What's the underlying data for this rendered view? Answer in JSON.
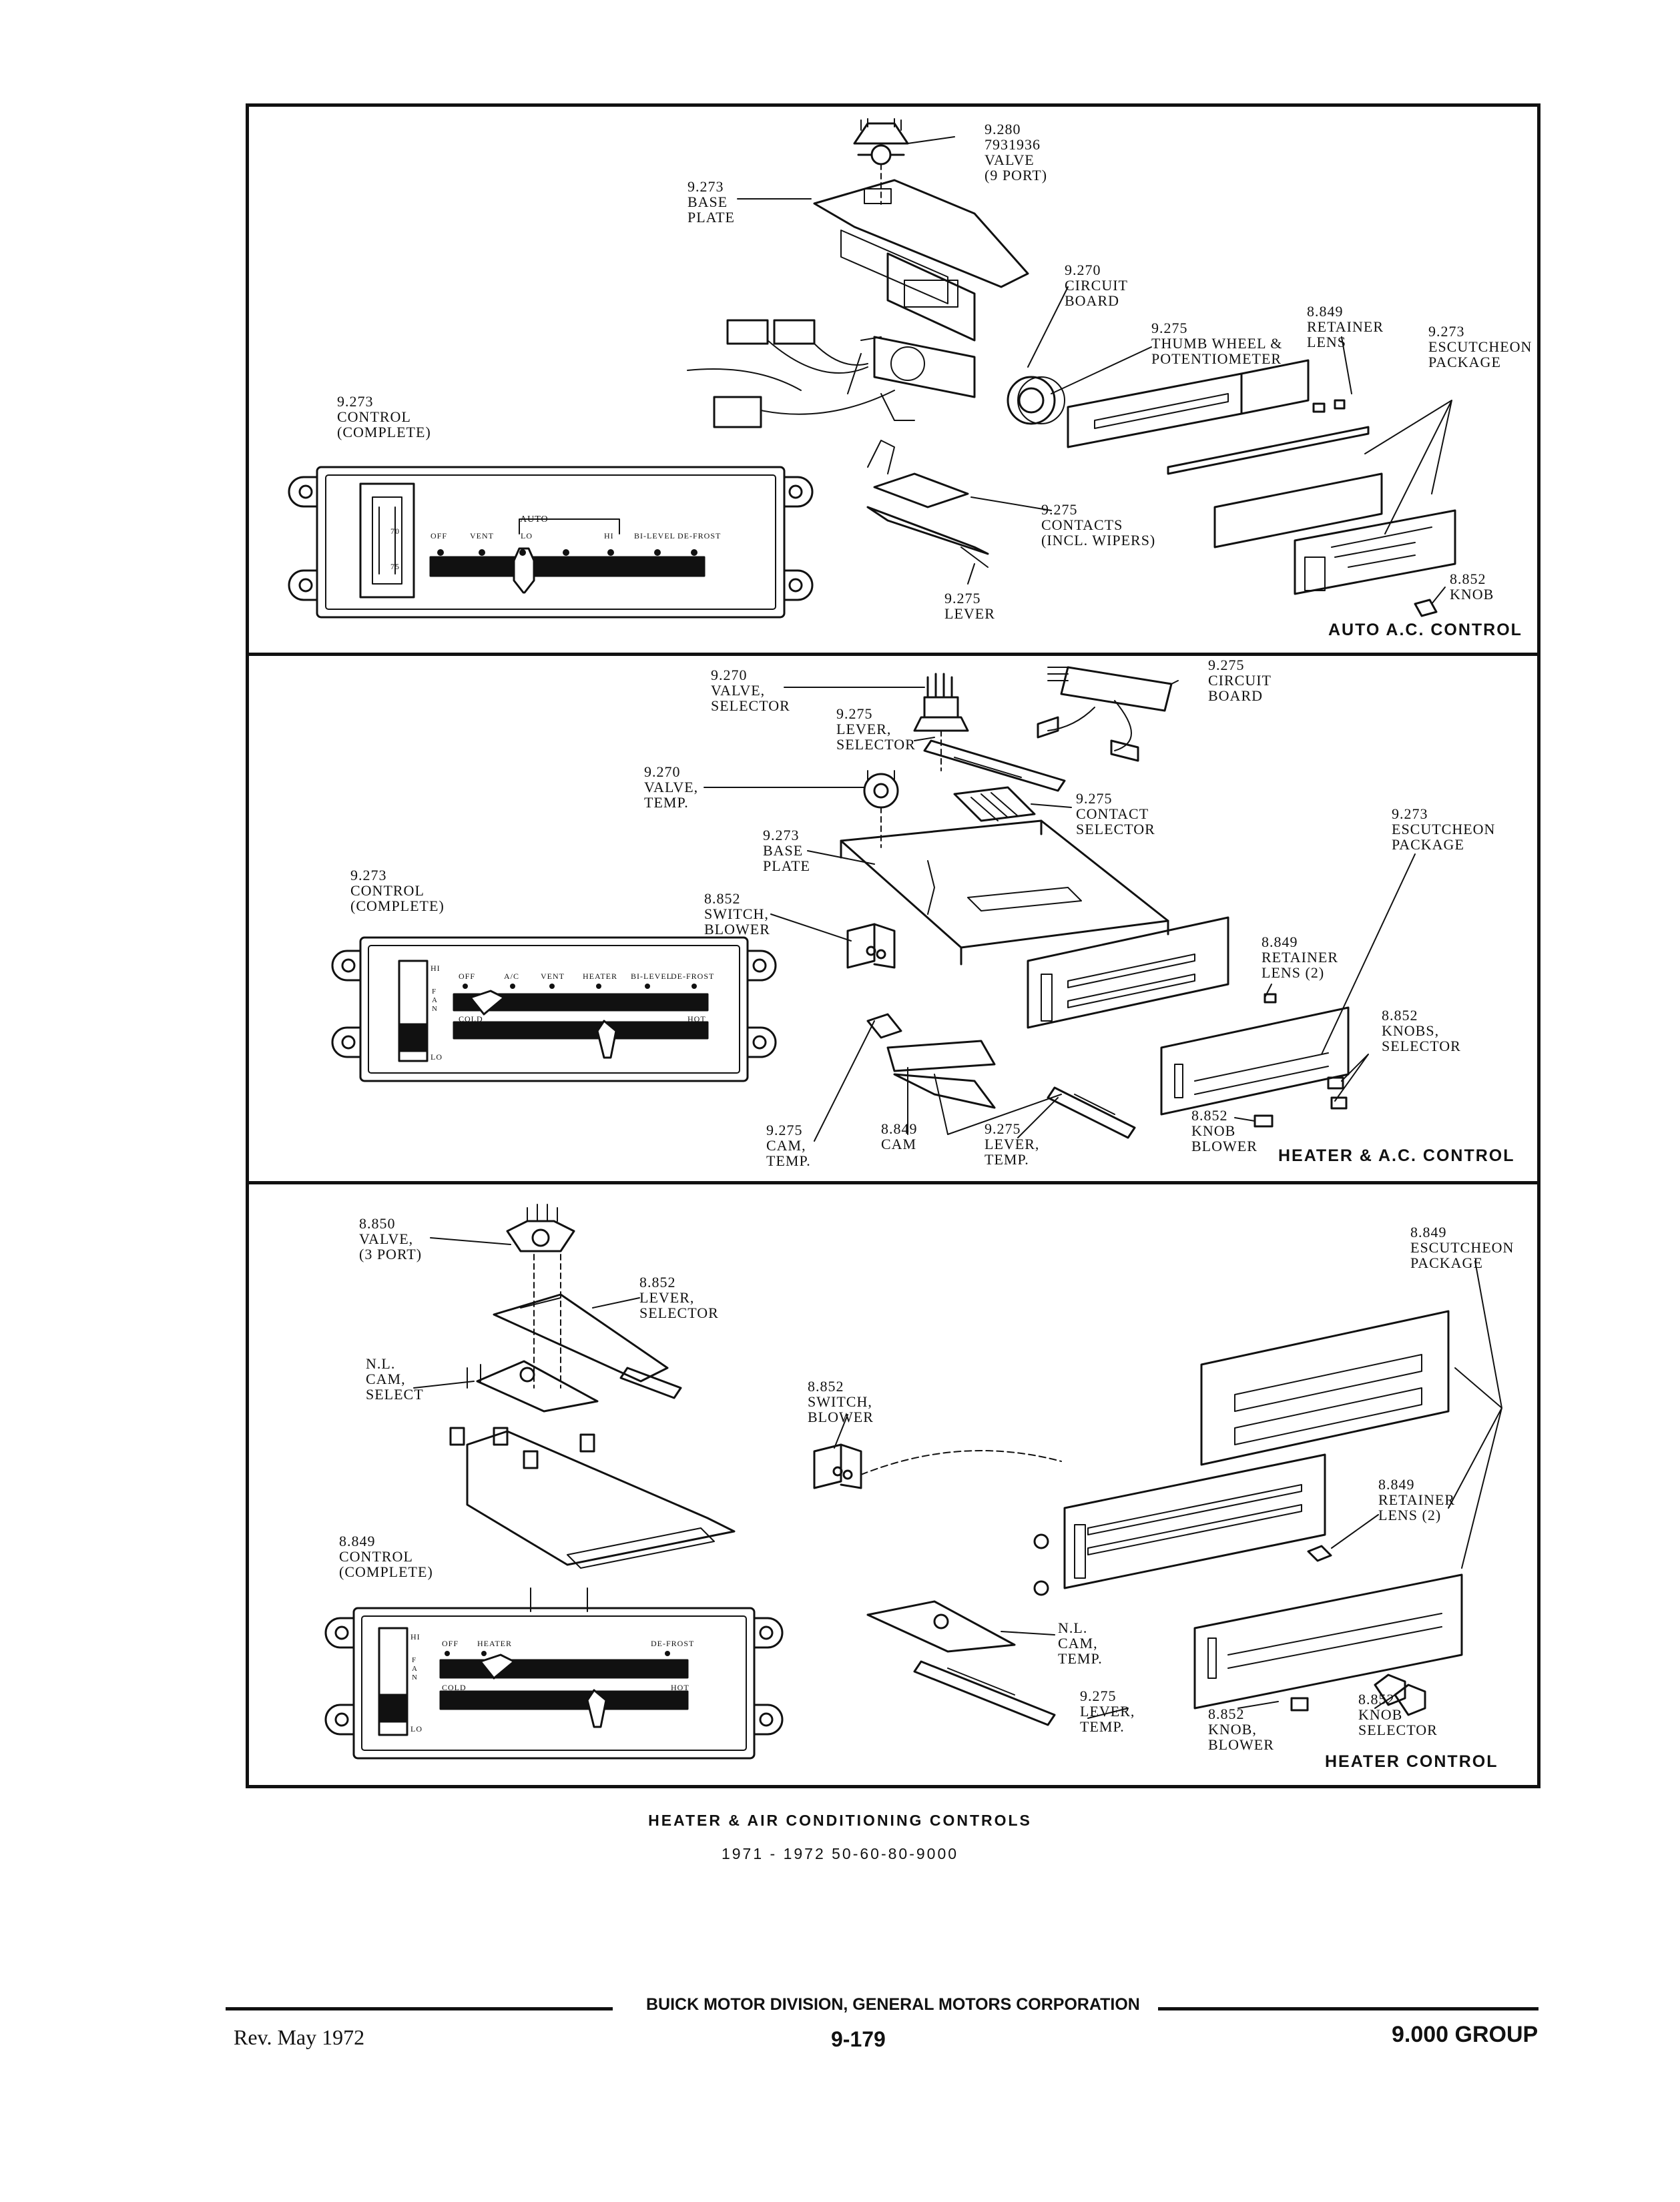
{
  "panel1": {
    "title": "AUTO A.C. CONTROL",
    "labels": {
      "valve": "9.280\n7931936\nVALVE\n(9 PORT)",
      "base_plate": "9.273\nBASE\nPLATE",
      "circuit_board": "9.270\nCIRCUIT\nBOARD",
      "thumb_wheel": "9.275\nTHUMB WHEEL &\nPOTENTIOMETER",
      "retainer_lens": "8.849\nRETAINER\nLENS",
      "escutcheon": "9.273\nESCUTCHEON\nPACKAGE",
      "control": "9.273\nCONTROL\n(COMPLETE)",
      "contacts": "9.275\nCONTACTS\n(INCL. WIPERS)",
      "lever": "9.275\nLEVER",
      "knob": "8.852\nKNOB"
    },
    "panel_text": {
      "auto": "AUTO",
      "off": "OFF",
      "vent": "VENT",
      "lo": "LO",
      "hi": "HI",
      "bilevel": "BI-LEVEL",
      "defrost": "DE-FROST",
      "t70": "70",
      "t75": "75"
    }
  },
  "panel2": {
    "title": "HEATER & A.C. CONTROL",
    "labels": {
      "valve_selector": "9.270\nVALVE,\nSELECTOR",
      "lever_selector": "9.275\nLEVER,\nSELECTOR",
      "circuit_board": "9.275\nCIRCUIT\nBOARD",
      "valve_temp": "9.270\nVALVE,\nTEMP.",
      "contact_selector": "9.275\nCONTACT\nSELECTOR",
      "escutcheon": "9.273\nESCUTCHEON\nPACKAGE",
      "base_plate": "9.273\nBASE\nPLATE",
      "control": "9.273\nCONTROL\n(COMPLETE)",
      "switch_blower": "8.852\nSWITCH,\nBLOWER",
      "retainer_lens": "8.849\nRETAINER\nLENS (2)",
      "knobs_selector": "8.852\nKNOBS,\nSELECTOR",
      "cam_temp": "9.275\nCAM,\nTEMP.",
      "cam": "8.849\nCAM",
      "lever_temp": "9.275\nLEVER,\nTEMP.",
      "knob_blower": "8.852\nKNOB\nBLOWER"
    },
    "panel_text": {
      "hi": "HI",
      "lo": "LO",
      "fan": "F\nA\nN",
      "off": "OFF",
      "ac": "A/C",
      "vent": "VENT",
      "heater": "HEATER",
      "bilevel": "BI-LEVEL",
      "defrost": "DE-FROST",
      "cold": "COLD",
      "hot": "HOT"
    }
  },
  "panel3": {
    "title": "HEATER CONTROL",
    "labels": {
      "valve": "8.850\nVALVE,\n(3 PORT)",
      "lever_selector": "8.852\nLEVER,\nSELECTOR",
      "escutcheon": "8.849\nESCUTCHEON\nPACKAGE",
      "cam_select": "N.L.\nCAM,\nSELECT",
      "switch_blower": "8.852\nSWITCH,\nBLOWER",
      "retainer_lens": "8.849\nRETAINER\nLENS (2)",
      "control": "8.849\nCONTROL\n(COMPLETE)",
      "cam_temp": "N.L.\nCAM,\nTEMP.",
      "lever_temp": "9.275\nLEVER,\nTEMP.",
      "knob_blower": "8.852\nKNOB,\nBLOWER",
      "knob_selector": "8.852\nKNOB\nSELECTOR"
    },
    "panel_text": {
      "hi": "HI",
      "lo": "LO",
      "fan": "F\nA\nN",
      "off": "OFF",
      "heater": "HEATER",
      "defrost": "DE-FROST",
      "cold": "COLD",
      "hot": "HOT"
    }
  },
  "caption": {
    "line1": "HEATER & AIR CONDITIONING CONTROLS",
    "line2": "1971 - 1972 50-60-80-9000"
  },
  "footer": {
    "rev": "Rev. May 1972",
    "division": "BUICK MOTOR DIVISION, GENERAL MOTORS CORPORATION",
    "page": "9-179",
    "group": "9.000 GROUP"
  }
}
